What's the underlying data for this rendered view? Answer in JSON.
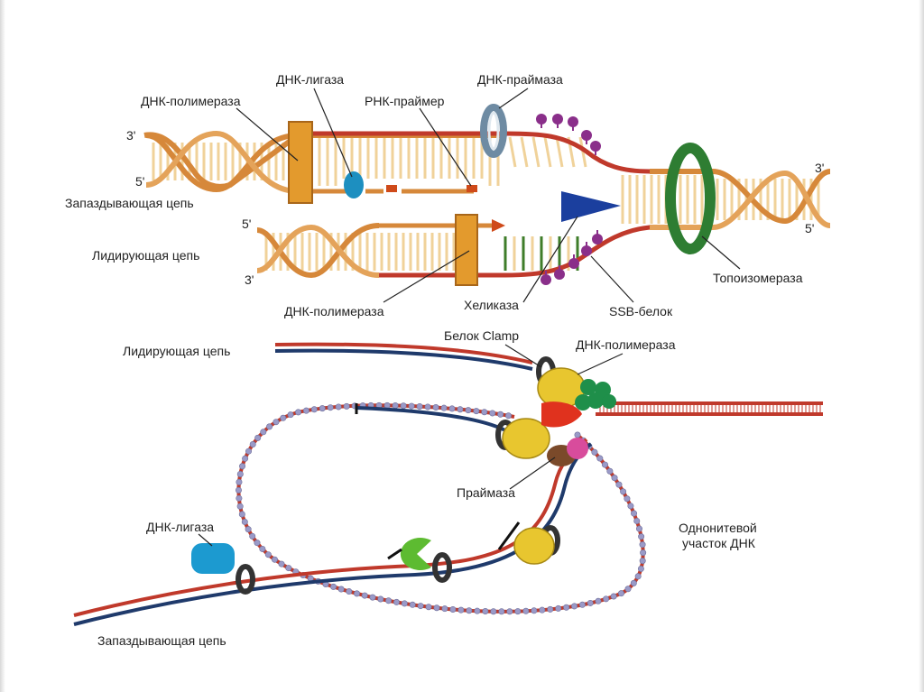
{
  "top_diagram": {
    "labels": {
      "dna_ligase": "ДНК-лигаза",
      "dna_polymerase_top": "ДНК-полимераза",
      "rna_primer": "РНК-праймер",
      "dna_primase": "ДНК-праймаза",
      "lagging_strand": "Запаздывающая цепь",
      "leading_strand": "Лидирующая цепь",
      "topoisomerase": "Топоизомераза",
      "helicase": "Хеликаза",
      "ssb_protein": "SSB-белок",
      "dna_polymerase_bottom": "ДНК-полимераза"
    },
    "ends": {
      "lagging_3": "3'",
      "lagging_5": "5'",
      "leading_5": "5'",
      "leading_3": "3'",
      "parent_3": "3'",
      "parent_5": "5'"
    }
  },
  "bottom_diagram": {
    "labels": {
      "leading_strand": "Лидирующая цепь",
      "clamp_protein": "Белок Clamp",
      "dna_polymerase": "ДНК-полимераза",
      "primase": "Праймаза",
      "dna_ligase": "ДНК-лигаза",
      "single_strand_line1": "Однонитевой",
      "single_strand_line2": "участок ДНК",
      "lagging_strand": "Запаздывающая цепь"
    }
  },
  "colors": {
    "backbone": "#d6883a",
    "rung_cream": "#f0d29a",
    "rung_green": "#3f7d2a",
    "polymerase": "#e39a2d",
    "ligase_blue": "#1d8fc0",
    "primer_red": "#cf4a1a",
    "ssb_purple": "#8a2f8a",
    "helicase_blue": "#1b3f9e",
    "topoisomerase_green": "#2e7d32",
    "strand_red": "#c0392b",
    "strand_navy": "#1f3a6b",
    "ssb_bead": "#9a9ac8",
    "polymerase_yellow": "#e8c62f"
  }
}
